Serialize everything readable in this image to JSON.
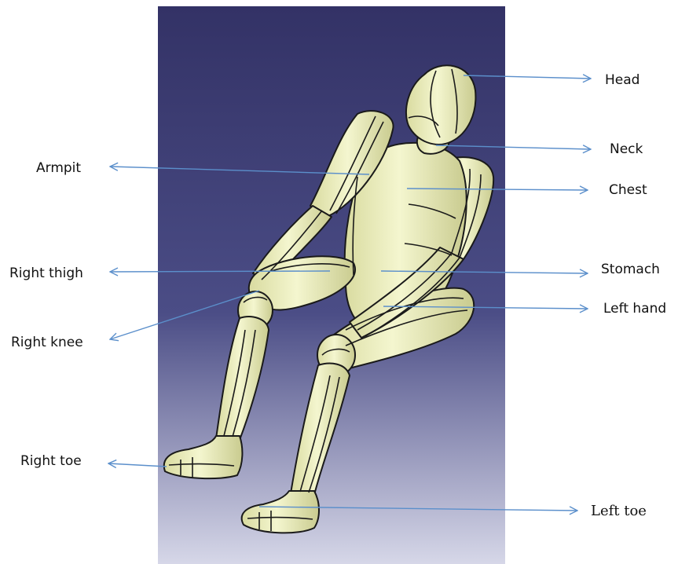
{
  "figure": {
    "background_colors": {
      "top": "#333266",
      "bottom": "#d6d7e8"
    },
    "model_color": "#eef0bd",
    "outline_color": "#1a1a1a",
    "arrow_color": "#5b8fcb"
  },
  "labels": {
    "head": "Head",
    "neck": "Neck",
    "chest": "Chest",
    "stomach": "Stomach",
    "left_hand": "Left hand",
    "left_toe": "Left toe",
    "armpit": "Armpit",
    "right_thigh": "Right thigh",
    "right_knee": "Right knee",
    "right_toe": "Right toe"
  }
}
